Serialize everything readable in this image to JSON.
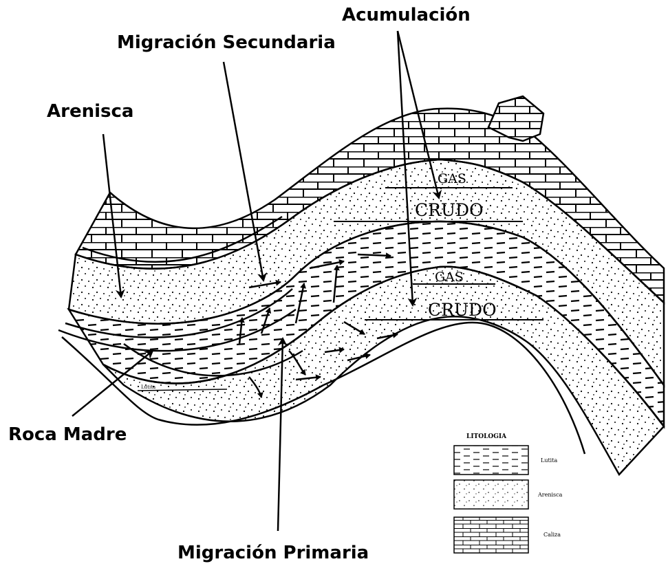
{
  "labels": {
    "acumulacion": "Acumulación",
    "migracion_secundaria": "Migración Secundaria",
    "arenisca": "Arenisca",
    "roca_madre": "Roca Madre",
    "migracion_primaria": "Migración Primaria"
  },
  "traps": {
    "upper_gas": "GAS",
    "upper_crudo": "CRUDO",
    "lower_gas": "GAS",
    "lower_crudo": "CRUDO"
  },
  "legend": {
    "title": "LITOLOGIA",
    "items": [
      "Lutita",
      "Arenisca",
      "Caliza"
    ]
  }
}
